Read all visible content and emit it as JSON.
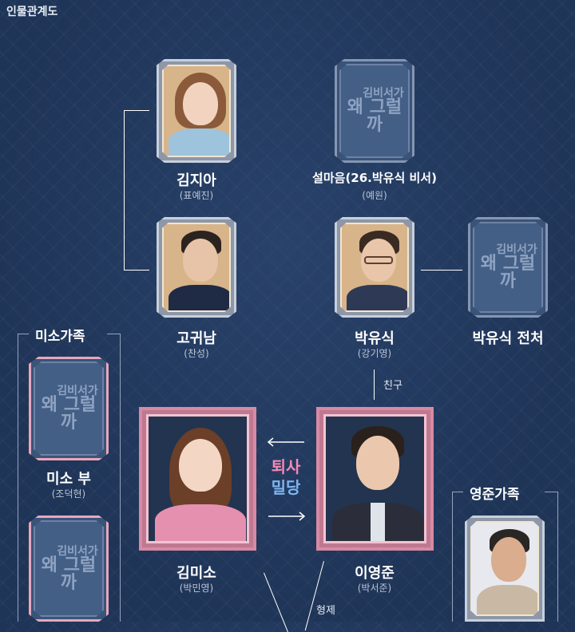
{
  "page": {
    "title": "인물관계도"
  },
  "logo": {
    "line1": "김비서가",
    "line2": "왜 그럴까"
  },
  "characters": {
    "kimjia": {
      "name": "김지아",
      "actor": "(표예진)"
    },
    "seolmaeum": {
      "name": "설마음(26.박유식 비서)",
      "actor": "(예원)"
    },
    "goguinam": {
      "name": "고귀남",
      "actor": "(찬성)"
    },
    "parkyusik": {
      "name": "박유식",
      "actor": "(강기영)"
    },
    "parkyusik_ex": {
      "name": "박유식 전처"
    },
    "miso_father": {
      "name": "미소 부",
      "actor": "(조덕현)"
    },
    "kimmiso": {
      "name": "김미소",
      "actor": "(박민영)"
    },
    "leeyoungjun": {
      "name": "이영준",
      "actor": "(박서준)"
    }
  },
  "groups": {
    "miso_family": "미소가족",
    "youngjun_family": "영준가족"
  },
  "relations": {
    "friend": "친구",
    "resign": "퇴사",
    "secret": "밀당",
    "brothers": "형제"
  },
  "colors": {
    "background": "#1f3558",
    "pink": "#f28ab3",
    "blue": "#7fb4f0",
    "frame_pink": "#d78aa3"
  }
}
